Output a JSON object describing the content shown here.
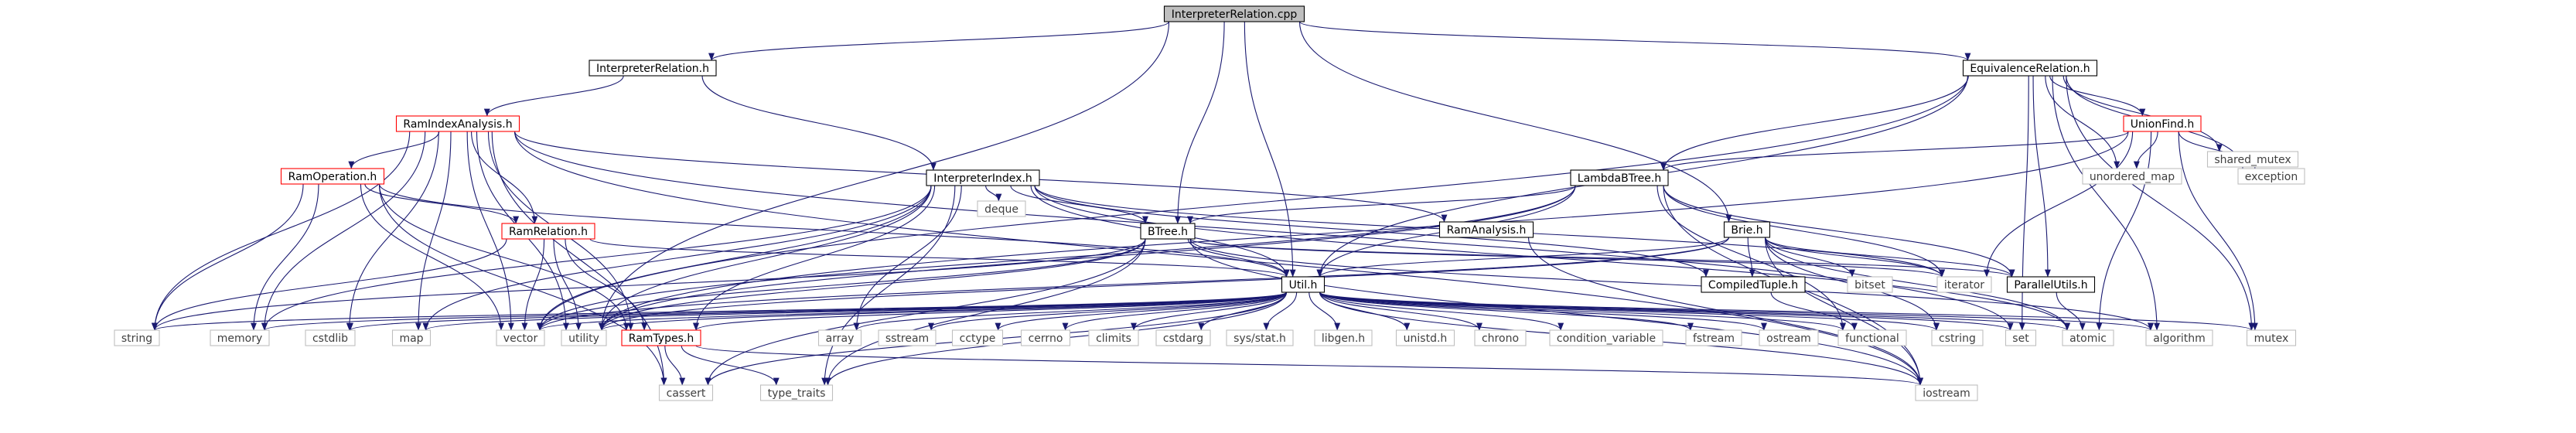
{
  "title": "InterpreterRelation.cpp",
  "colors": {
    "edge": "#191970",
    "root_fill": "#bfbfbf",
    "node_fill": "#ffffff",
    "node_border": "#000000",
    "incomplete_border": "#ff0000",
    "system_border": "#bfbfbf",
    "system_text": "#404040"
  },
  "nodes": [
    {
      "id": "n_root",
      "label": "InterpreterRelation.cpp",
      "kind": "root"
    },
    {
      "id": "n_interprel_h",
      "label": "InterpreterRelation.h",
      "kind": "normal"
    },
    {
      "id": "n_equivrel_h",
      "label": "EquivalenceRelation.h",
      "kind": "normal"
    },
    {
      "id": "n_ramindex_h",
      "label": "RamIndexAnalysis.h",
      "kind": "incomplete"
    },
    {
      "id": "n_unionfind_h",
      "label": "UnionFind.h",
      "kind": "incomplete"
    },
    {
      "id": "n_shared_mutex",
      "label": "shared_mutex",
      "kind": "system"
    },
    {
      "id": "n_ramop_h",
      "label": "RamOperation.h",
      "kind": "incomplete"
    },
    {
      "id": "n_interpidx_h",
      "label": "InterpreterIndex.h",
      "kind": "normal"
    },
    {
      "id": "n_lambdabtree_h",
      "label": "LambdaBTree.h",
      "kind": "normal"
    },
    {
      "id": "n_unordered_map",
      "label": "unordered_map",
      "kind": "system"
    },
    {
      "id": "n_exception",
      "label": "exception",
      "kind": "system"
    },
    {
      "id": "n_deque",
      "label": "deque",
      "kind": "system"
    },
    {
      "id": "n_ramrel_h",
      "label": "RamRelation.h",
      "kind": "incomplete"
    },
    {
      "id": "n_btree_h",
      "label": "BTree.h",
      "kind": "normal"
    },
    {
      "id": "n_ramanalysis_h",
      "label": "RamAnalysis.h",
      "kind": "normal"
    },
    {
      "id": "n_brie_h",
      "label": "Brie.h",
      "kind": "normal"
    },
    {
      "id": "n_util_h",
      "label": "Util.h",
      "kind": "normal"
    },
    {
      "id": "n_compiledtuple_h",
      "label": "CompiledTuple.h",
      "kind": "normal"
    },
    {
      "id": "n_bitset",
      "label": "bitset",
      "kind": "system"
    },
    {
      "id": "n_iterator",
      "label": "iterator",
      "kind": "system"
    },
    {
      "id": "n_parallelutils_h",
      "label": "ParallelUtils.h",
      "kind": "normal"
    },
    {
      "id": "n_string",
      "label": "string",
      "kind": "system"
    },
    {
      "id": "n_memory",
      "label": "memory",
      "kind": "system"
    },
    {
      "id": "n_cstdlib",
      "label": "cstdlib",
      "kind": "system"
    },
    {
      "id": "n_map",
      "label": "map",
      "kind": "system"
    },
    {
      "id": "n_vector",
      "label": "vector",
      "kind": "system"
    },
    {
      "id": "n_utility",
      "label": "utility",
      "kind": "system"
    },
    {
      "id": "n_ramtypes_h",
      "label": "RamTypes.h",
      "kind": "incomplete"
    },
    {
      "id": "n_array",
      "label": "array",
      "kind": "system"
    },
    {
      "id": "n_sstream",
      "label": "sstream",
      "kind": "system"
    },
    {
      "id": "n_cctype",
      "label": "cctype",
      "kind": "system"
    },
    {
      "id": "n_cerrno",
      "label": "cerrno",
      "kind": "system"
    },
    {
      "id": "n_climits",
      "label": "climits",
      "kind": "system"
    },
    {
      "id": "n_cstdarg",
      "label": "cstdarg",
      "kind": "system"
    },
    {
      "id": "n_sysstat_h",
      "label": "sys/stat.h",
      "kind": "system"
    },
    {
      "id": "n_libgen_h",
      "label": "libgen.h",
      "kind": "system"
    },
    {
      "id": "n_unistd_h",
      "label": "unistd.h",
      "kind": "system"
    },
    {
      "id": "n_chrono",
      "label": "chrono",
      "kind": "system"
    },
    {
      "id": "n_condvar",
      "label": "condition_variable",
      "kind": "system"
    },
    {
      "id": "n_fstream",
      "label": "fstream",
      "kind": "system"
    },
    {
      "id": "n_ostream",
      "label": "ostream",
      "kind": "system"
    },
    {
      "id": "n_functional",
      "label": "functional",
      "kind": "system"
    },
    {
      "id": "n_cstring",
      "label": "cstring",
      "kind": "system"
    },
    {
      "id": "n_set",
      "label": "set",
      "kind": "system"
    },
    {
      "id": "n_atomic",
      "label": "atomic",
      "kind": "system"
    },
    {
      "id": "n_algorithm",
      "label": "algorithm",
      "kind": "system"
    },
    {
      "id": "n_mutex",
      "label": "mutex",
      "kind": "system"
    },
    {
      "id": "n_cassert",
      "label": "cassert",
      "kind": "system"
    },
    {
      "id": "n_type_traits",
      "label": "type_traits",
      "kind": "system"
    },
    {
      "id": "n_iostream",
      "label": "iostream",
      "kind": "system"
    }
  ],
  "edges": [
    [
      "n_root",
      "n_interprel_h"
    ],
    [
      "n_root",
      "n_equivrel_h"
    ],
    [
      "n_root",
      "n_btree_h"
    ],
    [
      "n_root",
      "n_brie_h"
    ],
    [
      "n_root",
      "n_util_h"
    ],
    [
      "n_root",
      "n_utility"
    ],
    [
      "n_interprel_h",
      "n_ramindex_h"
    ],
    [
      "n_interprel_h",
      "n_interpidx_h"
    ],
    [
      "n_equivrel_h",
      "n_unionfind_h"
    ],
    [
      "n_equivrel_h",
      "n_lambdabtree_h"
    ],
    [
      "n_equivrel_h",
      "n_shared_mutex"
    ],
    [
      "n_equivrel_h",
      "n_unordered_map"
    ],
    [
      "n_equivrel_h",
      "n_exception"
    ],
    [
      "n_equivrel_h",
      "n_util_h"
    ],
    [
      "n_equivrel_h",
      "n_parallelutils_h"
    ],
    [
      "n_equivrel_h",
      "n_set"
    ],
    [
      "n_equivrel_h",
      "n_algorithm"
    ],
    [
      "n_equivrel_h",
      "n_mutex"
    ],
    [
      "n_equivrel_h",
      "n_vector"
    ],
    [
      "n_ramindex_h",
      "n_ramop_h"
    ],
    [
      "n_ramindex_h",
      "n_ramrel_h"
    ],
    [
      "n_ramindex_h",
      "n_ramanalysis_h"
    ],
    [
      "n_ramindex_h",
      "n_string"
    ],
    [
      "n_ramindex_h",
      "n_memory"
    ],
    [
      "n_ramindex_h",
      "n_cstdlib"
    ],
    [
      "n_ramindex_h",
      "n_map"
    ],
    [
      "n_ramindex_h",
      "n_vector"
    ],
    [
      "n_ramindex_h",
      "n_utility"
    ],
    [
      "n_ramindex_h",
      "n_ramtypes_h"
    ],
    [
      "n_ramindex_h",
      "n_cassert"
    ],
    [
      "n_ramindex_h",
      "n_iostream"
    ],
    [
      "n_ramindex_h",
      "n_set"
    ],
    [
      "n_unionfind_h",
      "n_lambdabtree_h"
    ],
    [
      "n_unionfind_h",
      "n_unordered_map"
    ],
    [
      "n_unionfind_h",
      "n_exception"
    ],
    [
      "n_unionfind_h",
      "n_iterator"
    ],
    [
      "n_unionfind_h",
      "n_atomic"
    ],
    [
      "n_unionfind_h",
      "n_mutex"
    ],
    [
      "n_unionfind_h",
      "n_utility"
    ],
    [
      "n_ramop_h",
      "n_ramrel_h"
    ],
    [
      "n_ramop_h",
      "n_util_h"
    ],
    [
      "n_ramop_h",
      "n_string"
    ],
    [
      "n_ramop_h",
      "n_memory"
    ],
    [
      "n_ramop_h",
      "n_vector"
    ],
    [
      "n_ramop_h",
      "n_ramtypes_h"
    ],
    [
      "n_ramop_h",
      "n_cassert"
    ],
    [
      "n_interpidx_h",
      "n_btree_h"
    ],
    [
      "n_interpidx_h",
      "n_deque"
    ],
    [
      "n_interpidx_h",
      "n_util_h"
    ],
    [
      "n_interpidx_h",
      "n_compiledtuple_h"
    ],
    [
      "n_interpidx_h",
      "n_ramtypes_h"
    ],
    [
      "n_interpidx_h",
      "n_memory"
    ],
    [
      "n_interpidx_h",
      "n_map"
    ],
    [
      "n_interpidx_h",
      "n_vector"
    ],
    [
      "n_interpidx_h",
      "n_utility"
    ],
    [
      "n_interpidx_h",
      "n_array"
    ],
    [
      "n_interpidx_h",
      "n_iterator"
    ],
    [
      "n_interpidx_h",
      "n_type_traits"
    ],
    [
      "n_interpidx_h",
      "n_atomic"
    ],
    [
      "n_lambdabtree_h",
      "n_btree_h"
    ],
    [
      "n_lambdabtree_h",
      "n_util_h"
    ],
    [
      "n_lambdabtree_h",
      "n_parallelutils_h"
    ],
    [
      "n_lambdabtree_h",
      "n_iterator"
    ],
    [
      "n_lambdabtree_h",
      "n_utility"
    ],
    [
      "n_lambdabtree_h",
      "n_functional"
    ],
    [
      "n_lambdabtree_h",
      "n_iostream"
    ],
    [
      "n_lambdabtree_h",
      "n_vector"
    ],
    [
      "n_ramrel_h",
      "n_util_h"
    ],
    [
      "n_ramrel_h",
      "n_ramtypes_h"
    ],
    [
      "n_ramrel_h",
      "n_string"
    ],
    [
      "n_ramrel_h",
      "n_vector"
    ],
    [
      "n_ramrel_h",
      "n_utility"
    ],
    [
      "n_btree_h",
      "n_util_h"
    ],
    [
      "n_btree_h",
      "n_parallelutils_h"
    ],
    [
      "n_btree_h",
      "n_iterator"
    ],
    [
      "n_btree_h",
      "n_string"
    ],
    [
      "n_btree_h",
      "n_vector"
    ],
    [
      "n_btree_h",
      "n_utility"
    ],
    [
      "n_btree_h",
      "n_cassert"
    ],
    [
      "n_btree_h",
      "n_type_traits"
    ],
    [
      "n_btree_h",
      "n_iostream"
    ],
    [
      "n_btree_h",
      "n_algorithm"
    ],
    [
      "n_ramanalysis_h",
      "n_iostream"
    ],
    [
      "n_brie_h",
      "n_util_h"
    ],
    [
      "n_brie_h",
      "n_compiledtuple_h"
    ],
    [
      "n_brie_h",
      "n_bitset"
    ],
    [
      "n_brie_h",
      "n_iterator"
    ],
    [
      "n_brie_h",
      "n_parallelutils_h"
    ],
    [
      "n_brie_h",
      "n_atomic"
    ],
    [
      "n_brie_h",
      "n_cstring"
    ],
    [
      "n_brie_h",
      "n_vector"
    ],
    [
      "n_brie_h",
      "n_utility"
    ],
    [
      "n_brie_h",
      "n_iostream"
    ],
    [
      "n_util_h",
      "n_string"
    ],
    [
      "n_util_h",
      "n_memory"
    ],
    [
      "n_util_h",
      "n_cstdlib"
    ],
    [
      "n_util_h",
      "n_map"
    ],
    [
      "n_util_h",
      "n_vector"
    ],
    [
      "n_util_h",
      "n_utility"
    ],
    [
      "n_util_h",
      "n_ramtypes_h"
    ],
    [
      "n_util_h",
      "n_array"
    ],
    [
      "n_util_h",
      "n_sstream"
    ],
    [
      "n_util_h",
      "n_cctype"
    ],
    [
      "n_util_h",
      "n_cerrno"
    ],
    [
      "n_util_h",
      "n_climits"
    ],
    [
      "n_util_h",
      "n_cstdarg"
    ],
    [
      "n_util_h",
      "n_sysstat_h"
    ],
    [
      "n_util_h",
      "n_libgen_h"
    ],
    [
      "n_util_h",
      "n_unistd_h"
    ],
    [
      "n_util_h",
      "n_chrono"
    ],
    [
      "n_util_h",
      "n_condvar"
    ],
    [
      "n_util_h",
      "n_fstream"
    ],
    [
      "n_util_h",
      "n_ostream"
    ],
    [
      "n_util_h",
      "n_functional"
    ],
    [
      "n_util_h",
      "n_cstring"
    ],
    [
      "n_util_h",
      "n_set"
    ],
    [
      "n_util_h",
      "n_atomic"
    ],
    [
      "n_util_h",
      "n_algorithm"
    ],
    [
      "n_util_h",
      "n_mutex"
    ],
    [
      "n_util_h",
      "n_iostream"
    ],
    [
      "n_util_h",
      "n_cassert"
    ],
    [
      "n_util_h",
      "n_type_traits"
    ],
    [
      "n_compiledtuple_h",
      "n_functional"
    ],
    [
      "n_parallelutils_h",
      "n_atomic"
    ],
    [
      "n_ramtypes_h",
      "n_cassert"
    ],
    [
      "n_ramtypes_h",
      "n_type_traits"
    ],
    [
      "n_ramtypes_h",
      "n_iostream"
    ]
  ]
}
